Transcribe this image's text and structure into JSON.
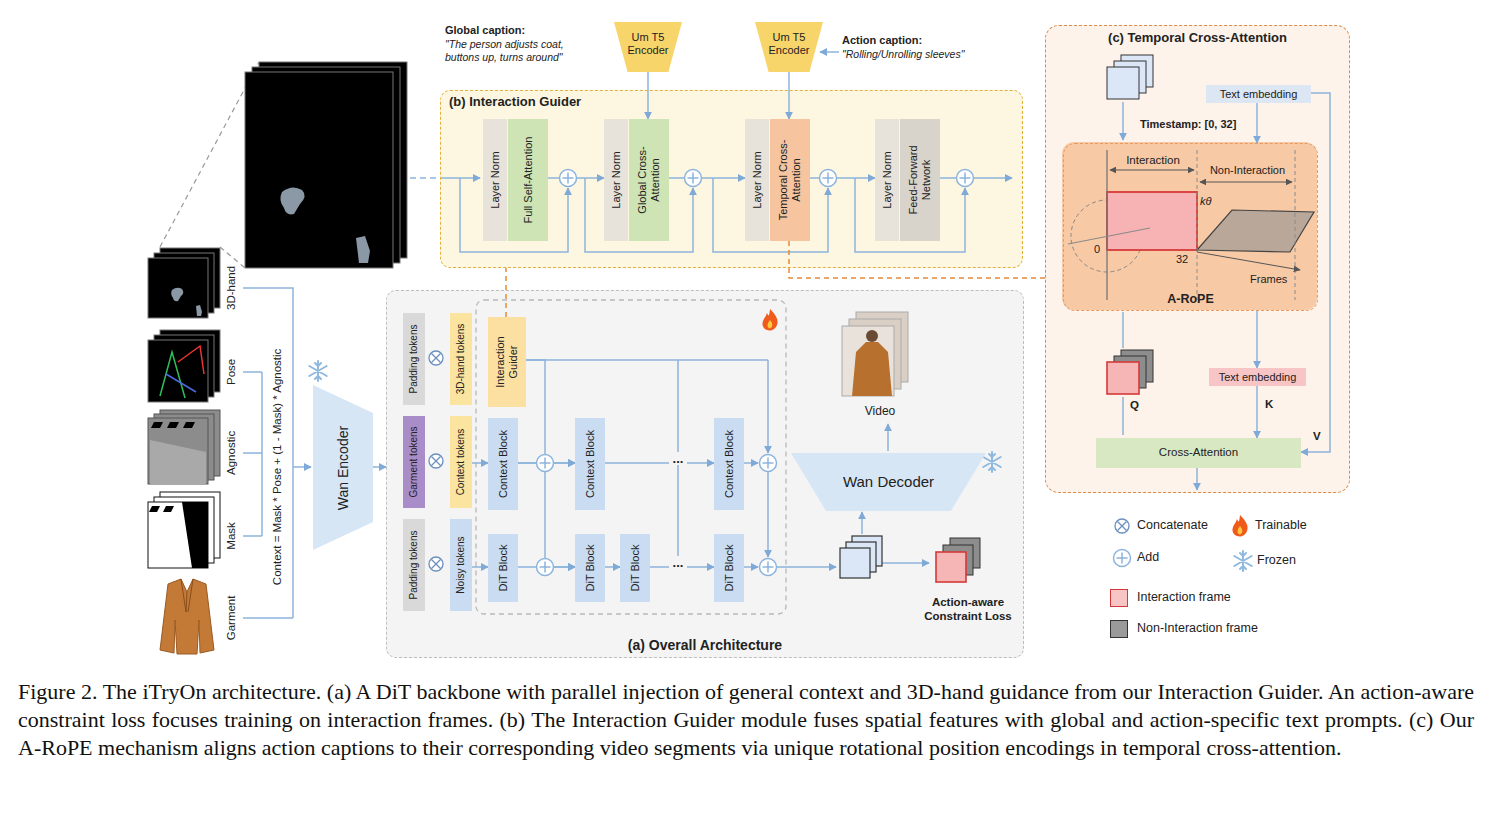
{
  "diagram": {
    "caption": "Figure 2. The iTryOn architecture. (a) A DiT backbone with parallel injection of general context and 3D-hand guidance from our Interaction Guider. An action-aware constraint loss focuses training on interaction frames. (b) The Interaction Guider module fuses spatial features with global and action-specific text prompts. (c) Our A-RoPE mechanism aligns action captions to their corresponding video segments via unique rotational position encodings in temporal cross-attention.",
    "nodes": [
      {
        "text": [
          "(b) Interaction Guider"
        ]
      },
      {
        "text": [
          "Layer Norm"
        ],
        "in": 0
      },
      {
        "text": [
          "Full Self-Attention"
        ],
        "in": 0
      },
      {
        "text": [
          "Layer Norm"
        ],
        "in": 0
      },
      {
        "text": [
          "Global Cross-Attention"
        ],
        "in": 0
      },
      {
        "text": [
          "Layer Norm"
        ],
        "in": 0
      },
      {
        "text": [
          "Temporal Cross-Attention"
        ],
        "in": 0
      },
      {
        "text": [
          "Layer Norm"
        ],
        "in": 0
      },
      {
        "text": [
          "Feed-Forward Network"
        ],
        "in": 0
      },
      {
        "text": [
          "Um T5 Encoder"
        ]
      },
      {
        "text": [
          "Um T5 Encoder"
        ]
      },
      {
        "text": [
          "(a) Overall Architecture"
        ]
      },
      {
        "text": [
          "Padding tokens"
        ],
        "in": 11
      },
      {
        "text": [
          "3D-hand tokens"
        ],
        "in": 11
      },
      {
        "text": [
          "Interaction Guider"
        ],
        "in": 11
      },
      {
        "text": [
          "Garment tokens"
        ],
        "in": 11
      },
      {
        "text": [
          "Context tokens"
        ],
        "in": 11
      },
      {
        "text": [
          "Context Block"
        ],
        "in": 11
      },
      {
        "text": [
          "Context Block"
        ],
        "in": 11
      },
      {
        "text": [
          "Context Block"
        ],
        "in": 11
      },
      {
        "text": [
          "Padding tokens"
        ],
        "in": 11
      },
      {
        "text": [
          "Noisy tokens"
        ],
        "in": 11
      },
      {
        "text": [
          "DiT Block"
        ],
        "in": 11
      },
      {
        "text": [
          "DiT Block"
        ],
        "in": 11
      },
      {
        "text": [
          "DiT Block"
        ],
        "in": 11
      },
      {
        "text": [
          "DiT Block"
        ],
        "in": 11
      },
      {
        "text": [
          "Wan Decoder"
        ],
        "in": 11
      },
      {
        "text": [
          "Wan Encoder"
        ]
      },
      {
        "text": [
          "(c) Temporal Cross-Attention"
        ]
      },
      {
        "text": [
          "Text embedding"
        ],
        "in": 28
      },
      {
        "text": [
          "A-RoPE"
        ],
        "in": 28
      },
      {
        "text": [
          "Text embedding"
        ],
        "in": 28
      },
      {
        "text": [
          "Cross-Attention"
        ],
        "in": 28
      }
    ],
    "edges": [
      {
        "from": 2,
        "to": 3,
        "arrow": "to"
      },
      {
        "from": 4,
        "to": 5,
        "arrow": "to"
      },
      {
        "from": 6,
        "to": 7,
        "arrow": "to"
      },
      {
        "from": 9,
        "to": 4,
        "arrow": "to"
      },
      {
        "from": 10,
        "to": 6,
        "arrow": "to"
      },
      {
        "from": 14,
        "to": 0,
        "arrow": "none"
      },
      {
        "from": 6,
        "to": 28,
        "arrow": "none"
      },
      {
        "from": 27,
        "to": 11,
        "arrow": "to"
      },
      {
        "from": 16,
        "to": 17,
        "arrow": "to"
      },
      {
        "from": 21,
        "to": 22,
        "arrow": "to"
      },
      {
        "from": 14,
        "to": 18,
        "arrow": "to"
      },
      {
        "from": 17,
        "to": 18,
        "arrow": "to"
      },
      {
        "from": 18,
        "to": 19,
        "arrow": "to"
      },
      {
        "from": 17,
        "to": 23,
        "arrow": "to"
      },
      {
        "from": 22,
        "to": 23,
        "arrow": "to"
      },
      {
        "from": 23,
        "to": 24,
        "arrow": "to"
      },
      {
        "from": 24,
        "to": 25,
        "arrow": "to"
      },
      {
        "from": 29,
        "to": 30,
        "arrow": "to"
      },
      {
        "from": 29,
        "to": 32,
        "label": "V",
        "arrow": "to"
      },
      {
        "from": 30,
        "to": 31,
        "arrow": "to"
      },
      {
        "from": 31,
        "to": 32,
        "label": "K",
        "arrow": "to"
      }
    ],
    "labels": [
      "Global caption:",
      "\"The person adjusts coat, buttons up, turns around\"",
      "Action caption:",
      "\"Rolling/Unrolling sleeves\"",
      "3D-hand",
      "Pose",
      "Agnostic",
      "Mask",
      "Garment",
      "Context = Mask * Pose + (1 - Mask) * Agnostic",
      "...",
      "...",
      "Video",
      "Action-aware Constraint Loss",
      "Timestamp: [0, 32]",
      "Interaction",
      "Non-Interaction",
      "0",
      "32",
      "kθ",
      "Frames",
      "Q"
    ],
    "legend": [
      {
        "text": "Concatenate"
      },
      {
        "text": "Trainable"
      },
      {
        "text": "Add"
      },
      {
        "text": "Frozen"
      },
      {
        "text": "Interaction frame",
        "color": "#f8c4c4"
      },
      {
        "text": "Non-Interaction frame",
        "color": "#9a9a9a"
      }
    ]
  }
}
